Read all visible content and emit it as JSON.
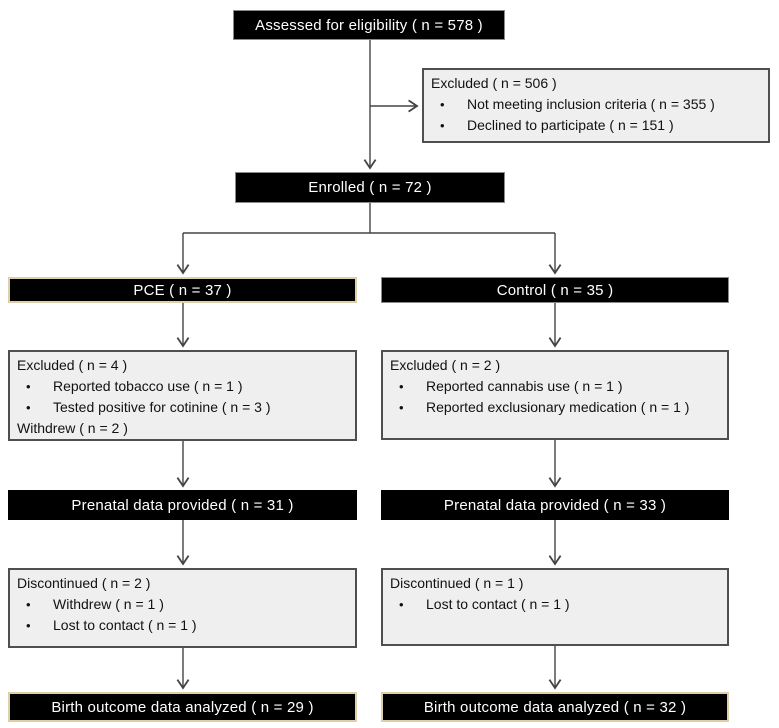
{
  "glyphs": {
    "bullet": "•"
  },
  "colors": {
    "box_fill": "#000000",
    "box_text": "#ffffff",
    "note_fill": "#efefef",
    "note_border": "#4f4f4f",
    "connector": "#444444",
    "tan_border": "#ddd0a9"
  },
  "diagram": {
    "assessed": {
      "label": "Assessed for eligibility ( n = 578 )"
    },
    "screening_excluded": {
      "title": "Excluded ( n = 506 )",
      "bullets": [
        "Not meeting inclusion criteria ( n = 355 )",
        "Declined to participate ( n = 151 )"
      ]
    },
    "enrolled": {
      "label": "Enrolled ( n = 72 )"
    },
    "pce": {
      "group": "PCE ( n = 37 )",
      "excluded": {
        "title": "Excluded ( n = 4 )",
        "bullets": [
          "Reported tobacco use ( n = 1 )",
          "Tested positive for cotinine ( n = 3 )"
        ],
        "footer": "Withdrew ( n = 2 )"
      },
      "prenatal": "Prenatal data provided ( n = 31 )",
      "discontinued": {
        "title": "Discontinued ( n = 2 )",
        "bullets": [
          "Withdrew ( n = 1 )",
          "Lost to contact ( n = 1 )"
        ]
      },
      "analyzed": "Birth outcome data analyzed ( n = 29 )"
    },
    "control": {
      "group": "Control ( n = 35 )",
      "excluded": {
        "title": "Excluded ( n = 2 )",
        "bullets": [
          "Reported cannabis use ( n = 1 )",
          "Reported exclusionary medication ( n = 1 )"
        ]
      },
      "prenatal": "Prenatal data provided ( n = 33 )",
      "discontinued": {
        "title": "Discontinued ( n = 1 )",
        "bullets": [
          "Lost to contact ( n = 1 )"
        ]
      },
      "analyzed": "Birth outcome data analyzed ( n = 32 )"
    }
  }
}
